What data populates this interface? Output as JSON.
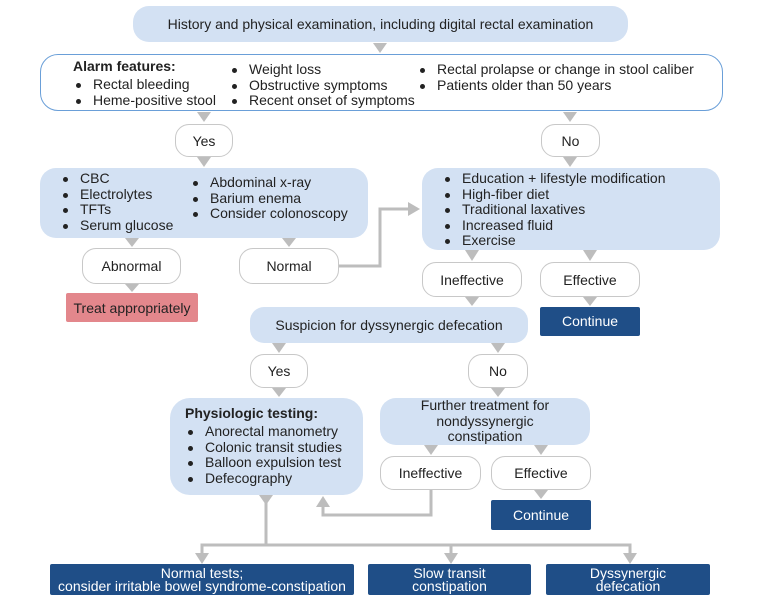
{
  "colors": {
    "light_box": "#d3e1f3",
    "navy": "#1f4e87",
    "red": "#e3878c",
    "connector": "#bdbdbd",
    "alarm_border": "#6a9fd8"
  },
  "start": "History and physical examination, including digital rectal examination",
  "alarm": {
    "title": "Alarm features:",
    "col1": [
      "Rectal bleeding",
      "Heme-positive stool"
    ],
    "col2": [
      "Weight loss",
      "Obstructive symptoms",
      "Recent onset of symptoms"
    ],
    "col3": [
      "Rectal prolapse or change in stool caliber",
      "Patients older than 50 years"
    ]
  },
  "yes1": "Yes",
  "no1": "No",
  "workup": {
    "col1": [
      "CBC",
      "Electrolytes",
      "TFTs",
      "Serum glucose"
    ],
    "col2": [
      "Abdominal x-ray",
      "Barium enema",
      "Consider colonoscopy"
    ]
  },
  "lifestyle": [
    "Education + lifestyle modification",
    "High-fiber diet",
    "Traditional laxatives",
    "Increased fluid",
    "Exercise"
  ],
  "abnormal": "Abnormal",
  "normal": "Normal",
  "treat": "Treat appropriately",
  "ineffective1": "Ineffective",
  "effective1": "Effective",
  "continue1": "Continue",
  "suspicion": "Suspicion for dyssynergic defecation",
  "yes2": "Yes",
  "no2": "No",
  "physiologic": {
    "title": "Physiologic testing:",
    "items": [
      "Anorectal manometry",
      "Colonic transit studies",
      "Balloon expulsion test",
      "Defecography"
    ]
  },
  "further": "Further treatment for nondyssynergic constipation",
  "ineffective2": "Ineffective",
  "effective2": "Effective",
  "continue2": "Continue",
  "outcomes": [
    "Normal tests; consider irritable bowel syndrome-constipation",
    "Slow transit constipation",
    "Dyssynergic defecation"
  ],
  "outcome1_lines": [
    "Normal tests;",
    "consider irritable bowel syndrome-constipation"
  ],
  "outcome2_lines": [
    "Slow transit",
    "constipation"
  ],
  "outcome3_lines": [
    "Dyssynergic",
    "defecation"
  ]
}
